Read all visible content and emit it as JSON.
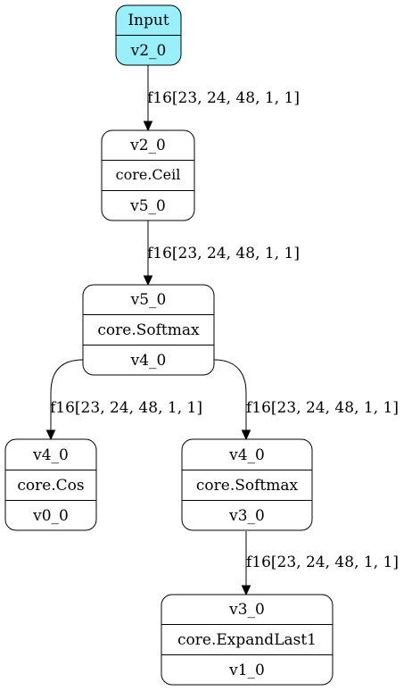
{
  "graph": {
    "input_fill": "#99f0fb",
    "nodes": {
      "input": {
        "rows": [
          "Input",
          "v2_0"
        ]
      },
      "ceil": {
        "rows": [
          "v2_0",
          "core.Ceil",
          "v5_0"
        ]
      },
      "softmax1": {
        "rows": [
          "v5_0",
          "core.Softmax",
          "v4_0"
        ]
      },
      "cos": {
        "rows": [
          "v4_0",
          "core.Cos",
          "v0_0"
        ]
      },
      "softmax2": {
        "rows": [
          "v4_0",
          "core.Softmax",
          "v3_0"
        ]
      },
      "expandlast": {
        "rows": [
          "v3_0",
          "core.ExpandLast1",
          "v1_0"
        ]
      }
    },
    "edges": {
      "input_ceil": "f16[23, 24, 48, 1, 1]",
      "ceil_softmax1": "f16[23, 24, 48, 1, 1]",
      "softmax1_cos": "f16[23, 24, 48, 1, 1]",
      "softmax1_softmax2": "f16[23, 24, 48, 1, 1]",
      "softmax2_expandlast": "f16[23, 24, 48, 1, 1]"
    }
  }
}
